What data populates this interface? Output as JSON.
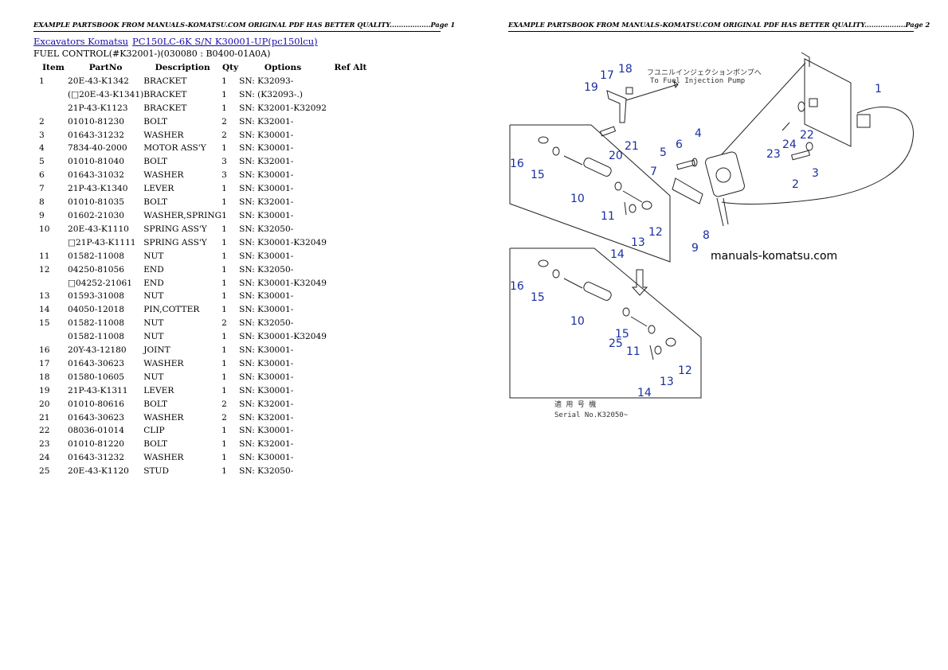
{
  "headers": {
    "page1": "EXAMPLE PARTSBOOK FROM MANUALS-KOMATSU.COM ORIGINAL PDF HAS BETTER QUALITY..................Page 1",
    "page2": "EXAMPLE PARTSBOOK FROM MANUALS-KOMATSU.COM ORIGINAL PDF HAS BETTER QUALITY..................Page 2"
  },
  "breadcrumb": {
    "link1": "Excavators Komatsu",
    "link2": "PC150LC-6K S/N K30001-UP(pc150lcu)"
  },
  "subtitle": "FUEL CONTROL(#K32001-)(030080 : B0400-01A0A)",
  "table": {
    "columns": [
      "Item",
      "PartNo",
      "Description",
      "Qty",
      "Options",
      "Ref Alt"
    ],
    "rows": [
      [
        "1",
        "20E-43-K1342",
        "BRACKET",
        "1",
        "SN: K32093-",
        ""
      ],
      [
        "",
        "(□20E-43-K1341)",
        "BRACKET",
        "1",
        "SN: (K32093-.)",
        ""
      ],
      [
        "",
        "21P-43-K1123",
        "BRACKET",
        "1",
        "SN: K32001-K32092",
        ""
      ],
      [
        "2",
        "01010-81230",
        "BOLT",
        "2",
        "SN: K32001-",
        ""
      ],
      [
        "3",
        "01643-31232",
        "WASHER",
        "2",
        "SN: K30001-",
        ""
      ],
      [
        "4",
        "7834-40-2000",
        "MOTOR ASS'Y",
        "1",
        "SN: K30001-",
        ""
      ],
      [
        "5",
        "01010-81040",
        "BOLT",
        "3",
        "SN: K32001-",
        ""
      ],
      [
        "6",
        "01643-31032",
        "WASHER",
        "3",
        "SN: K30001-",
        ""
      ],
      [
        "7",
        "21P-43-K1340",
        "LEVER",
        "1",
        "SN: K30001-",
        ""
      ],
      [
        "8",
        "01010-81035",
        "BOLT",
        "1",
        "SN: K32001-",
        ""
      ],
      [
        "9",
        "01602-21030",
        "WASHER,SPRING",
        "1",
        "SN: K30001-",
        ""
      ],
      [
        "10",
        "20E-43-K1110",
        "SPRING ASS'Y",
        "1",
        "SN: K32050-",
        ""
      ],
      [
        "",
        "□21P-43-K1111",
        "SPRING ASS'Y",
        "1",
        "SN: K30001-K32049",
        ""
      ],
      [
        "11",
        "01582-11008",
        "NUT",
        "1",
        "SN: K30001-",
        ""
      ],
      [
        "12",
        "04250-81056",
        "END",
        "1",
        "SN: K32050-",
        ""
      ],
      [
        "",
        "□04252-21061",
        "END",
        "1",
        "SN: K30001-K32049",
        ""
      ],
      [
        "13",
        "01593-31008",
        "NUT",
        "1",
        "SN: K30001-",
        ""
      ],
      [
        "14",
        "04050-12018",
        "PIN,COTTER",
        "1",
        "SN: K30001-",
        ""
      ],
      [
        "15",
        "01582-11008",
        "NUT",
        "2",
        "SN: K32050-",
        ""
      ],
      [
        "",
        "01582-11008",
        "NUT",
        "1",
        "SN: K30001-K32049",
        ""
      ],
      [
        "16",
        "20Y-43-12180",
        "JOINT",
        "1",
        "SN: K30001-",
        ""
      ],
      [
        "17",
        "01643-30623",
        "WASHER",
        "1",
        "SN: K30001-",
        ""
      ],
      [
        "18",
        "01580-10605",
        "NUT",
        "1",
        "SN: K30001-",
        ""
      ],
      [
        "19",
        "21P-43-K1311",
        "LEVER",
        "1",
        "SN: K30001-",
        ""
      ],
      [
        "20",
        "01010-80616",
        "BOLT",
        "2",
        "SN: K32001-",
        ""
      ],
      [
        "21",
        "01643-30623",
        "WASHER",
        "2",
        "SN: K32001-",
        ""
      ],
      [
        "22",
        "08036-01014",
        "CLIP",
        "1",
        "SN: K30001-",
        ""
      ],
      [
        "23",
        "01010-81220",
        "BOLT",
        "1",
        "SN: K32001-",
        ""
      ],
      [
        "24",
        "01643-31232",
        "WASHER",
        "1",
        "SN: K30001-",
        ""
      ],
      [
        "25",
        "20E-43-K1120",
        "STUD",
        "1",
        "SN: K32050-",
        ""
      ]
    ]
  },
  "diagram": {
    "watermark": "manuals-komatsu.com",
    "jp_note_line1": "フユニルインジェクションポンプへ",
    "jp_note_line2": "To Fuel Injection Pump",
    "serial_jp": "適 用 号 機",
    "serial_note": "Serial No.K32050~",
    "callouts_top": [
      "1",
      "2",
      "3",
      "4",
      "5",
      "6",
      "7",
      "8",
      "9",
      "10",
      "11",
      "12",
      "13",
      "14",
      "15",
      "16",
      "17",
      "18",
      "19",
      "20",
      "21",
      "22",
      "23",
      "24"
    ],
    "callouts_bottom": [
      "16",
      "15",
      "10",
      "15",
      "25",
      "11",
      "12",
      "13",
      "14"
    ]
  }
}
